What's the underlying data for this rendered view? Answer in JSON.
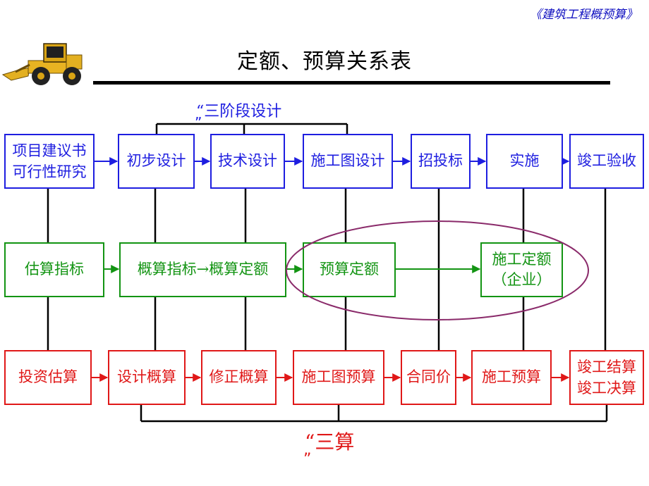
{
  "header": {
    "book_title": "《建筑工程概预算》"
  },
  "page": {
    "title": "定额、预算关系表"
  },
  "labels": {
    "three_stage_design": "“三阶段设计",
    "three_stage_close": "”",
    "three_estimates": "“三算",
    "three_estimates_close": "”"
  },
  "stages": [
    {
      "line1": "项目建议书",
      "line2": "可行性研究"
    },
    {
      "label": "初步设计"
    },
    {
      "label": "技术设计"
    },
    {
      "label": "施工图设计"
    },
    {
      "label": "招投标"
    },
    {
      "label": "实施"
    },
    {
      "label": "竣工验收"
    }
  ],
  "quotas": [
    {
      "label": "估算指标"
    },
    {
      "label": "概算指标→概算定额"
    },
    {
      "label": "预算定额"
    },
    {
      "line1": "施工定额",
      "line2": "（企业）"
    }
  ],
  "estimates": [
    {
      "label": "投资估算"
    },
    {
      "label": "设计概算"
    },
    {
      "label": "修正概算"
    },
    {
      "label": "施工图预算"
    },
    {
      "label": "合同价"
    },
    {
      "label": "施工预算"
    },
    {
      "line1": "竣工结算",
      "line2": "竣工决算"
    }
  ],
  "colors": {
    "design": "#1e1ee0",
    "quota": "#139413",
    "estimate": "#e01818",
    "ellipse": "#8a2a6a",
    "text": "#000000"
  },
  "icons": {
    "logo": "wheel-loader-icon"
  }
}
